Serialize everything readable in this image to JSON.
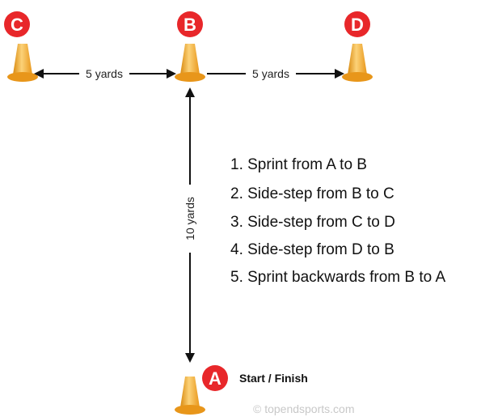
{
  "markers": {
    "c": "C",
    "b": "B",
    "d": "D",
    "a": "A"
  },
  "distances": {
    "c_to_b": "5 yards",
    "b_to_d": "5 yards",
    "b_to_a": "10 yards"
  },
  "steps": [
    "1. Sprint from A to B",
    "2. Side-step from B to C",
    "3. Side-step from C to D",
    "4. Side-step from D to B",
    "5. Sprint backwards from B to A"
  ],
  "start_label": "Start / Finish",
  "watermark": "© topendsports.com",
  "colors": {
    "marker_red": "#e8272a",
    "cone_orange": "#f5a623",
    "cone_dark": "#d98a10",
    "cone_light": "#fcd278",
    "arrow": "#111111"
  }
}
